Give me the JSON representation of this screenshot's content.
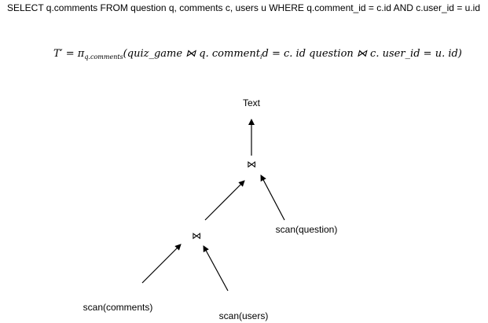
{
  "sql_query": "SELECT q.comments FROM question q, comments c, users u WHERE q.comment_id = c.id AND c.user_id = u.id",
  "formula": {
    "lhs": "T′ = π",
    "projection_subscript": "q.comments",
    "open": "(",
    "body": "quiz_game ⋈ q. comment",
    "body_subscript": "i",
    "body_rest": "d = c. id question ⋈ c. user_id = u. id)"
  },
  "tree": {
    "root_label": "Text",
    "join_symbol": "⋈",
    "leaf_question": "scan(question)",
    "leaf_comments": "scan(comments)",
    "leaf_users": "scan(users)"
  }
}
